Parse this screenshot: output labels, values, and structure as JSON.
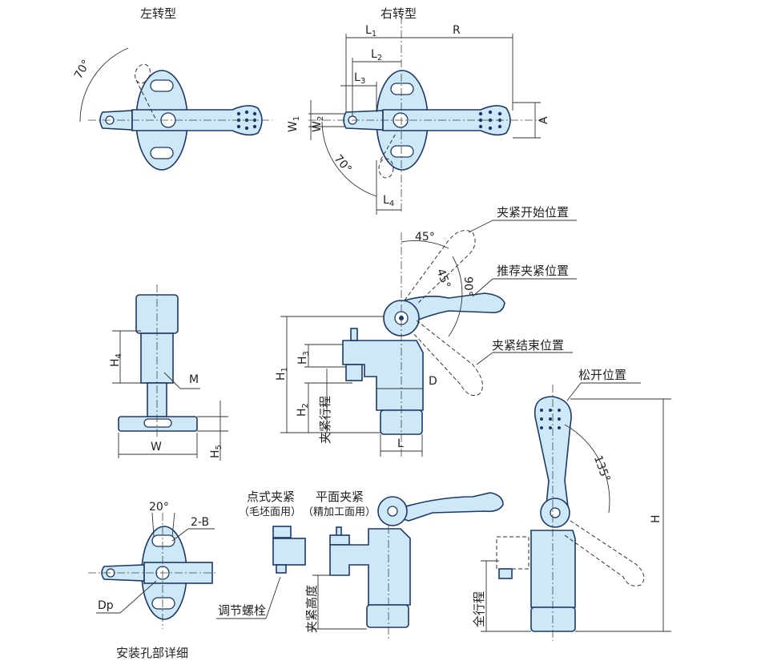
{
  "views": {
    "left_turn_title": "左转型",
    "right_turn_title": "右转型",
    "mount_hole_title": "安装孔部详细"
  },
  "dimensions": {
    "L1": {
      "base": "L",
      "sub": "1"
    },
    "L2": {
      "base": "L",
      "sub": "2"
    },
    "L3": {
      "base": "L",
      "sub": "3"
    },
    "L4": {
      "base": "L",
      "sub": "4"
    },
    "R": "R",
    "W1": {
      "base": "W",
      "sub": "1"
    },
    "W2": {
      "base": "W",
      "sub": "2"
    },
    "A": "A",
    "H1": {
      "base": "H",
      "sub": "1"
    },
    "H2": {
      "base": "H",
      "sub": "2"
    },
    "H3": {
      "base": "H",
      "sub": "3"
    },
    "H4": {
      "base": "H",
      "sub": "4"
    },
    "H5": {
      "base": "H",
      "sub": "5"
    },
    "H": "H",
    "D": "D",
    "L": "L",
    "M": "M",
    "W": "W",
    "B": "2-B",
    "Dp": "Dp"
  },
  "angles": {
    "left_70": "70°",
    "right_70": "70°",
    "a45_top": "45°",
    "a45_inner": "45°",
    "a90": "90°",
    "a135": "135°",
    "a20": "20°"
  },
  "callouts": {
    "clamp_start": "夹紧开始位置",
    "recommended_clamp": "推荐夹紧位置",
    "clamp_end": "夹紧结束位置",
    "release": "松开位置",
    "clamp_stroke": "夹紧行程",
    "point_clamp": "点式夹紧",
    "point_clamp_note": "（毛坯面用）",
    "flat_clamp": "平面夹紧",
    "flat_clamp_note": "（精加工面用）",
    "adjust_bolt": "调节螺栓",
    "clamp_height": "夹紧高度",
    "full_stroke": "全行程"
  }
}
